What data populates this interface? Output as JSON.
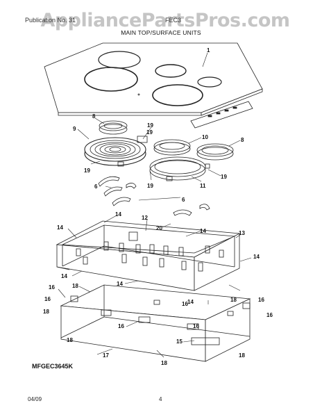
{
  "watermark": "AppliancePartsPros.com",
  "header": {
    "left": "Publication No. 31",
    "right": "FEC3"
  },
  "section_title": "MAIN TOP/SURFACE UNITS",
  "model_number": "MFGEC3645K",
  "footer": {
    "date": "04/09",
    "page": "4"
  },
  "callouts": [
    "1",
    "8",
    "19",
    "9",
    "10",
    "19",
    "8",
    "19",
    "19",
    "19",
    "11",
    "6",
    "6",
    "14",
    "12",
    "20",
    "14",
    "13",
    "14",
    "14",
    "14",
    "14",
    "16",
    "18",
    "16",
    "18",
    "16",
    "14",
    "16",
    "18",
    "16",
    "16",
    "16",
    "18",
    "15",
    "17",
    "18",
    "18"
  ],
  "colors": {
    "line": "#222222",
    "watermark": "#969696"
  }
}
